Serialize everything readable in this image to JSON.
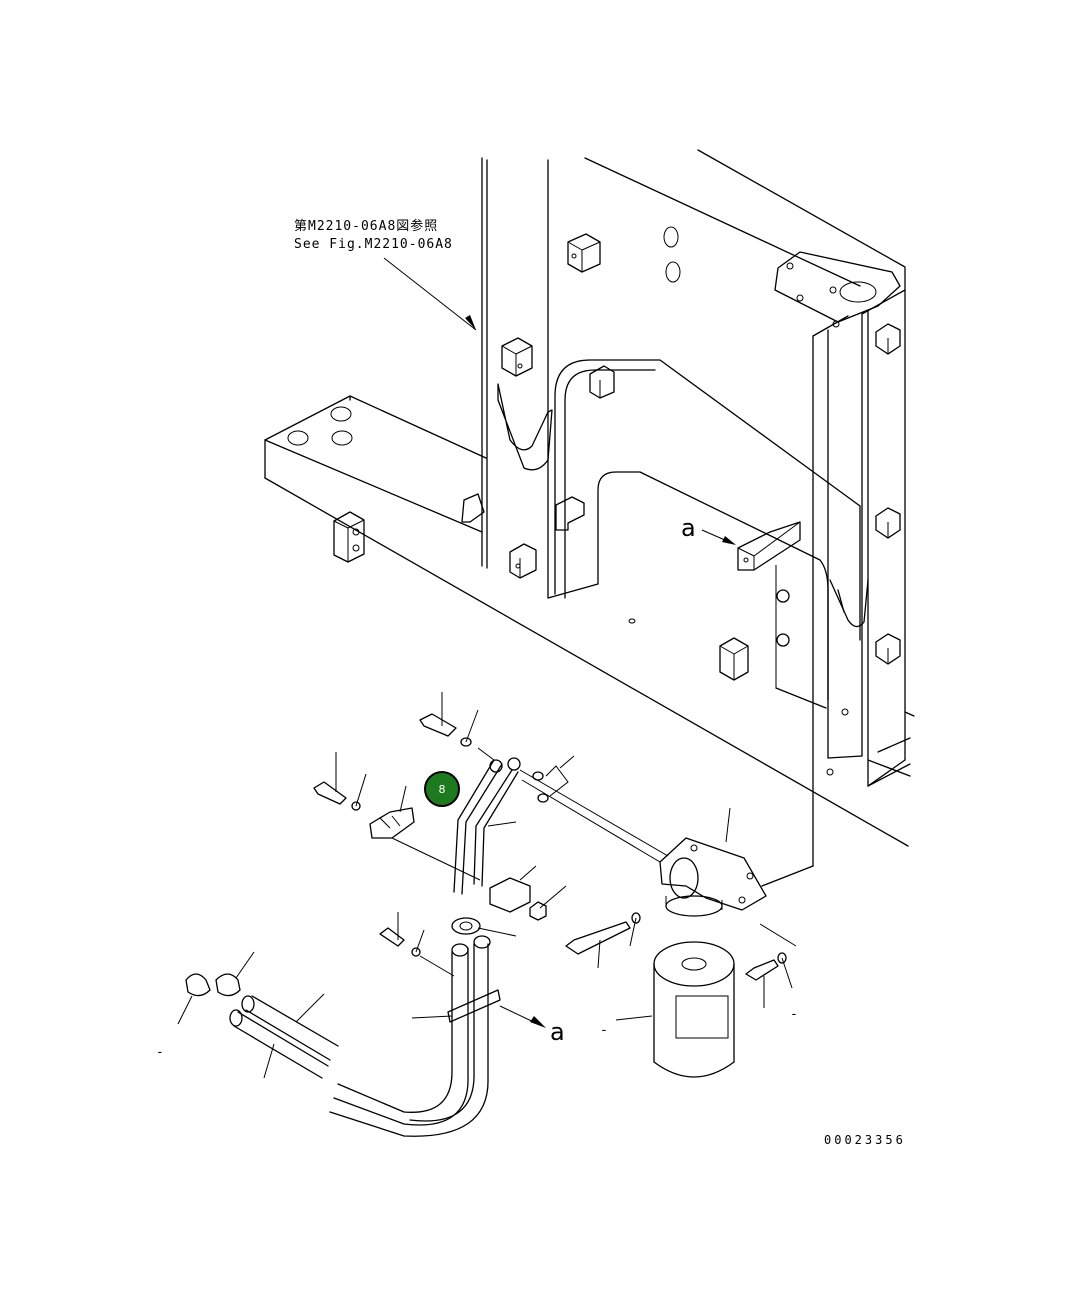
{
  "reference_note": {
    "jp": "第M2210-06A8図参照",
    "en": "See Fig.M2210-06A8"
  },
  "markers": {
    "a_upper": "a",
    "a_lower": "a"
  },
  "callout": {
    "number": "8",
    "color": "#1e7a1e"
  },
  "small_labels": {
    "left_clamp": "-",
    "filter": "-",
    "bolt_right": "-"
  },
  "drawing_number": "00023356"
}
